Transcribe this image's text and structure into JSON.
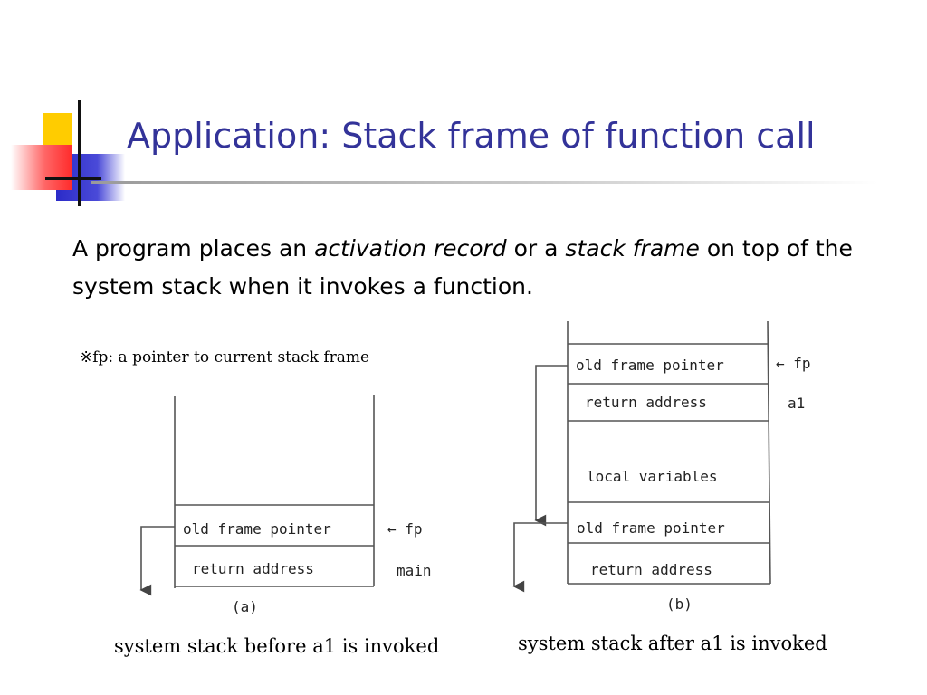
{
  "slide": {
    "title": "Application: Stack frame of function call",
    "body": {
      "part1": "A program places an ",
      "em1": "activation record",
      "part2": " or a ",
      "em2": "stack frame",
      "part3": " on top of the system stack when it invokes a function."
    },
    "note": "※fp: a pointer to current stack frame"
  },
  "diagram_a": {
    "cells": [
      "old frame pointer",
      "return address"
    ],
    "fp_label": "← fp",
    "function_label": "main",
    "figure_label": "(a)",
    "caption": "system stack before a1 is invoked"
  },
  "diagram_b": {
    "cells": [
      "old frame pointer",
      "return address",
      "local variables",
      "old frame pointer",
      "return address"
    ],
    "fp_label": "← fp",
    "function_label": "a1",
    "figure_label": "(b)",
    "caption": "system stack after a1 is invoked"
  },
  "colors": {
    "title": "#333399",
    "logo_yellow": "#ffcc00",
    "logo_blue": "#3333cc",
    "logo_red": "#ff3333"
  }
}
